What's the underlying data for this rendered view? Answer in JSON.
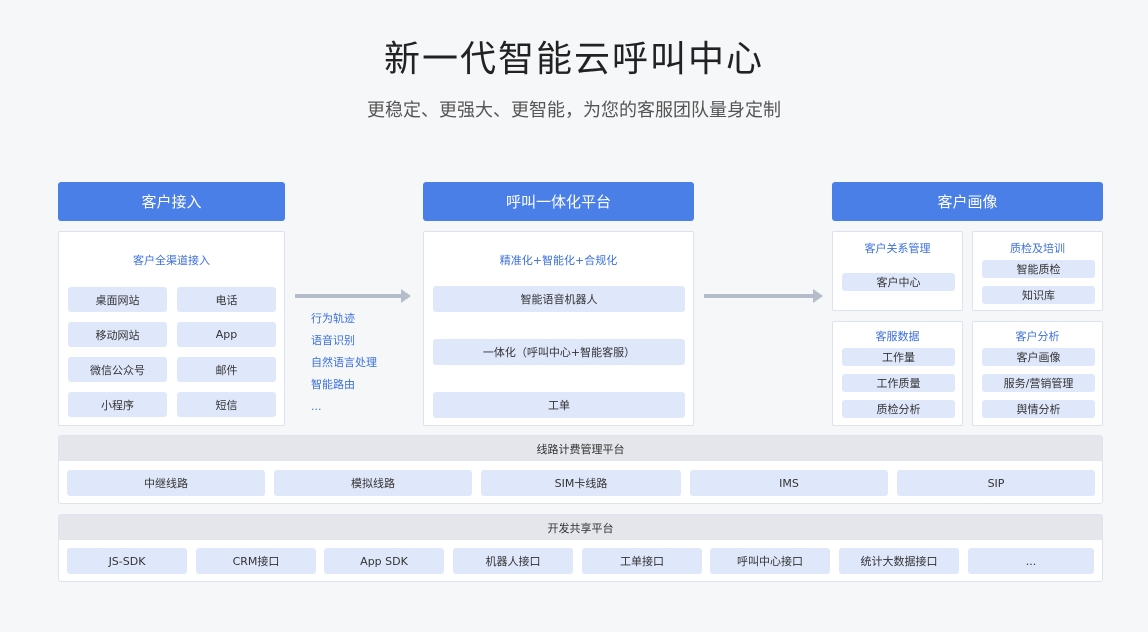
{
  "header": {
    "title": "新一代智能云呼叫中心",
    "subtitle": "更稳定、更强大、更智能，为您的客服团队量身定制"
  },
  "customer_access": {
    "header": "客户接入",
    "panel_title": "客户全渠道接入",
    "channels": [
      "桌面网站",
      "电话",
      "移动网站",
      "App",
      "微信公众号",
      "邮件",
      "小程序",
      "短信"
    ]
  },
  "capabilities": [
    "行为轨迹",
    "语音识别",
    "自然语言处理",
    "智能路由",
    "..."
  ],
  "platform": {
    "header": "呼叫一体化平台",
    "panel_title": "精准化+智能化+合规化",
    "items": [
      "智能语音机器人",
      "一体化（呼叫中心+智能客服）",
      "工单"
    ]
  },
  "portrait": {
    "header": "客户画像",
    "groups": [
      {
        "title": "客户关系管理",
        "items": [
          "客户中心"
        ]
      },
      {
        "title": "质检及培训",
        "items": [
          "智能质检",
          "知识库"
        ]
      },
      {
        "title": "客服数据",
        "items": [
          "工作量",
          "工作质量",
          "质检分析"
        ]
      },
      {
        "title": "客户分析",
        "items": [
          "客户画像",
          "服务/营销管理",
          "舆情分析"
        ]
      }
    ]
  },
  "line_platform": {
    "title": "线路计费管理平台",
    "items": [
      "中继线路",
      "模拟线路",
      "SIM卡线路",
      "IMS",
      "SIP"
    ]
  },
  "dev_platform": {
    "title": "开发共享平台",
    "items": [
      "JS-SDK",
      "CRM接口",
      "App SDK",
      "机器人接口",
      "工单接口",
      "呼叫中心接口",
      "统计大数据接口",
      "..."
    ]
  }
}
